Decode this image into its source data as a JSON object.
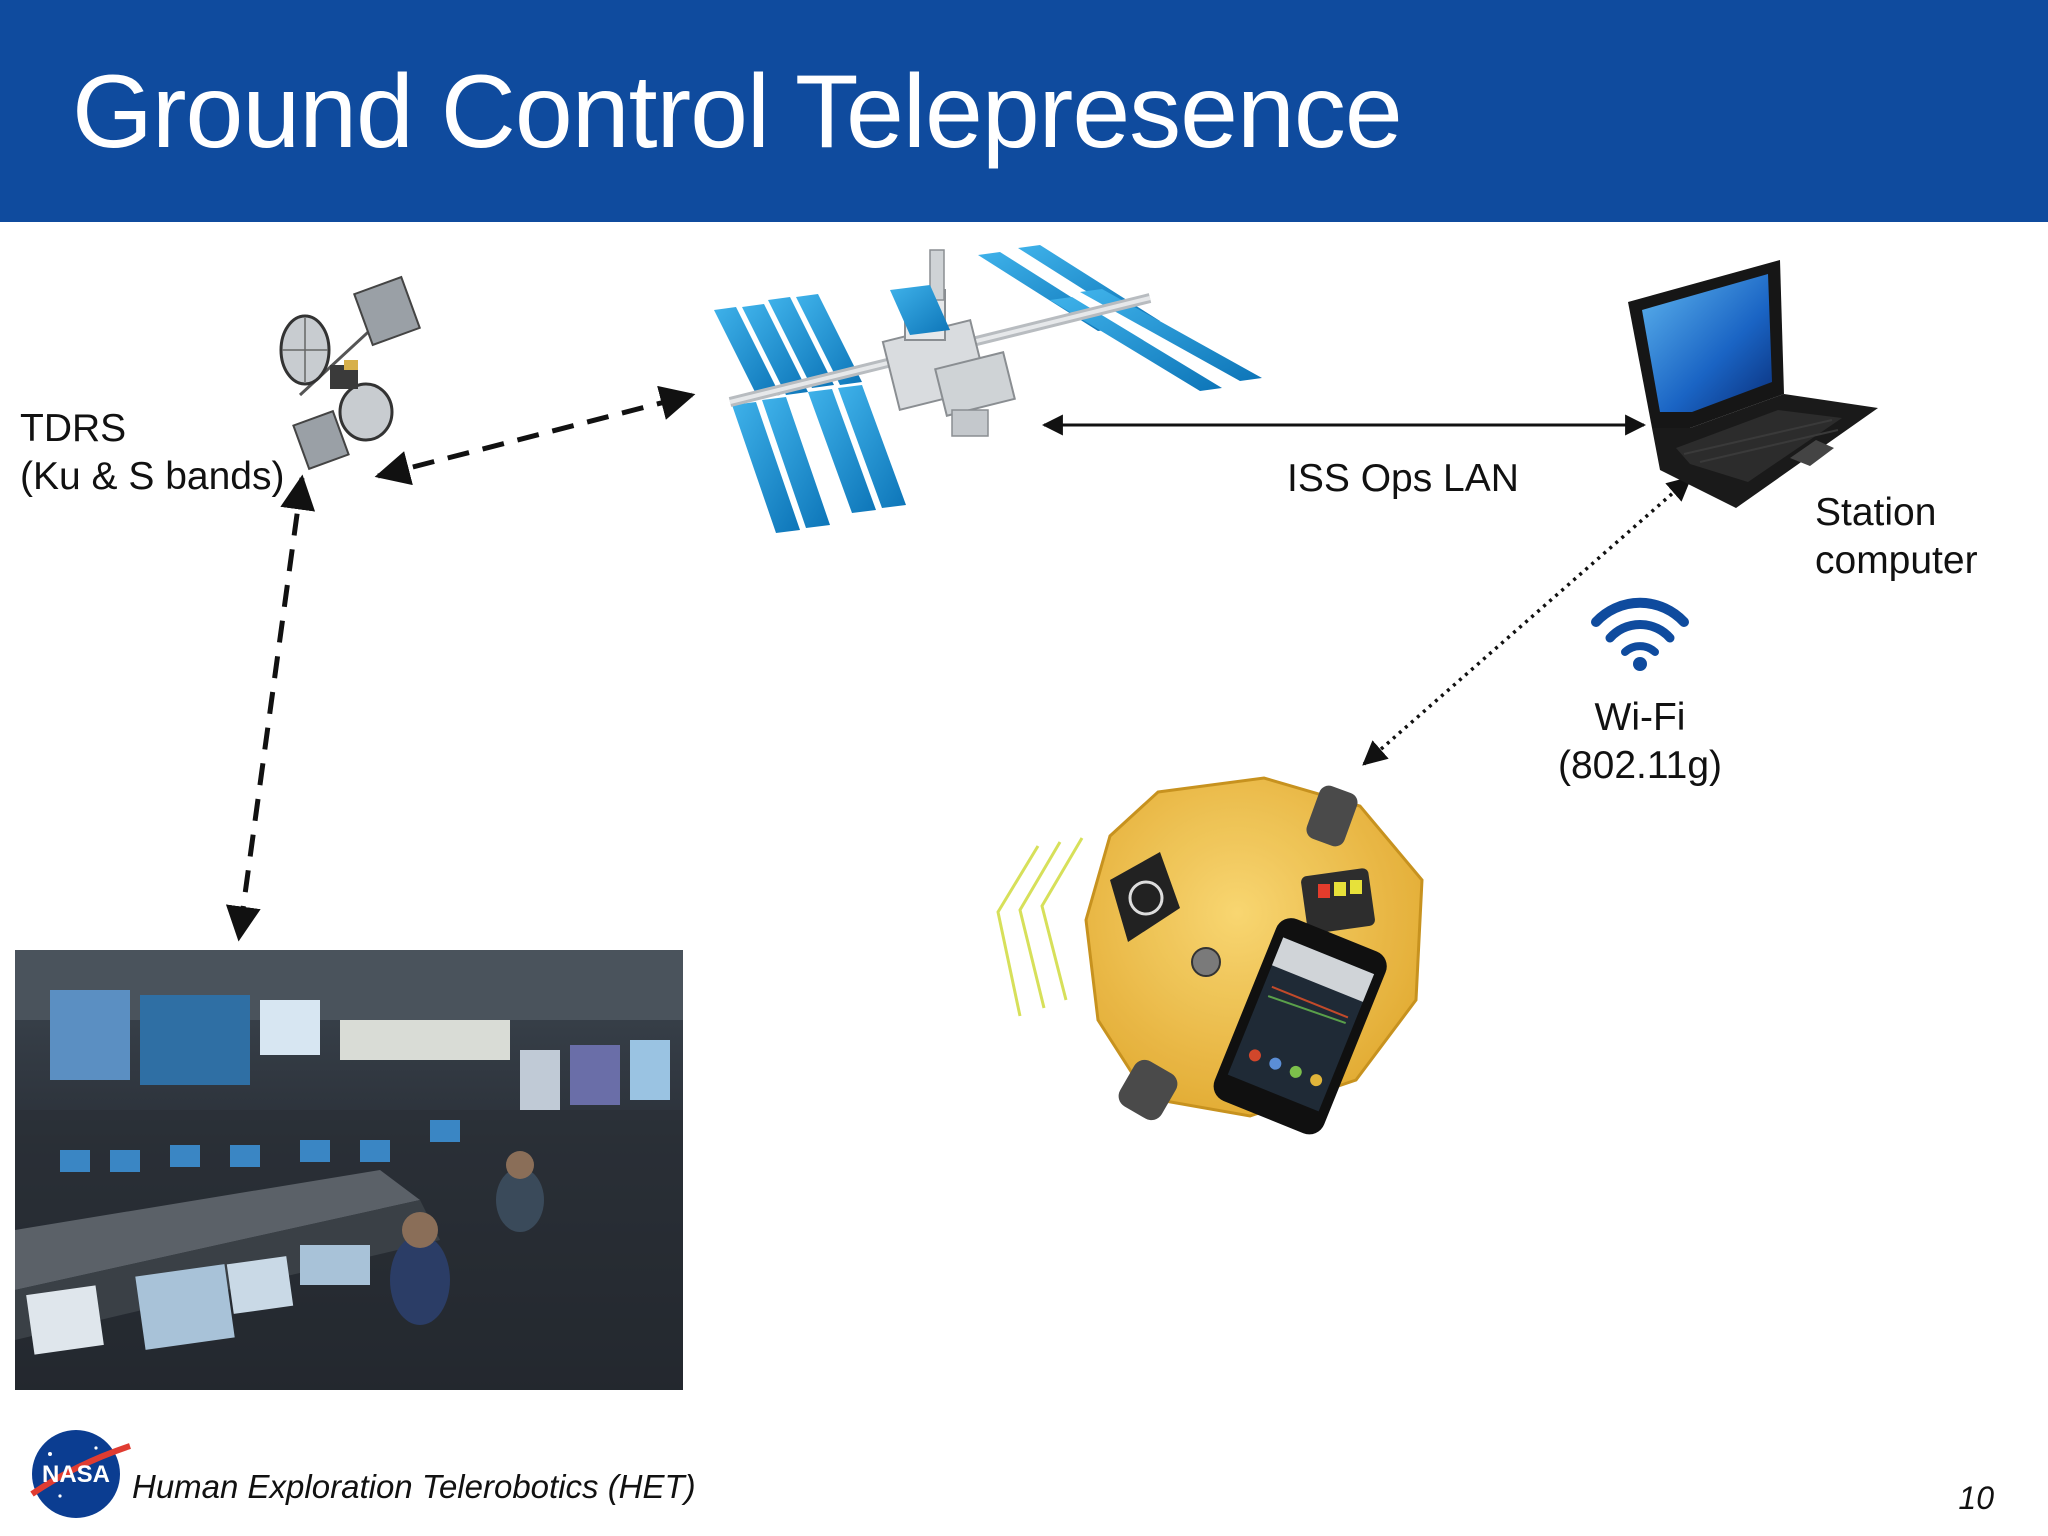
{
  "slide": {
    "title": "Ground Control Telepresence",
    "footer": "Human Exploration Telerobotics (HET)",
    "page_number": "10",
    "colors": {
      "header": "#0f4b9e",
      "accent": "#1e90d6"
    }
  },
  "nodes": {
    "tdrs": {
      "line1": "TDRS",
      "line2": "(Ku & S bands)",
      "icon": "satellite-icon"
    },
    "iss": {
      "icon": "space-station-icon"
    },
    "station_computer": {
      "line1": "Station",
      "line2": "computer",
      "icon": "laptop-icon"
    },
    "robot": {
      "icon": "spheres-robot-icon"
    },
    "mission_control": {
      "icon": "mission-control-photo"
    },
    "nasa": {
      "logo_text": "NASA",
      "icon": "nasa-logo"
    }
  },
  "links": {
    "iss_lan": {
      "label": "ISS Ops LAN"
    },
    "wifi": {
      "line1": "Wi-Fi",
      "line2": "(802.11g)",
      "icon": "wifi-icon"
    }
  }
}
